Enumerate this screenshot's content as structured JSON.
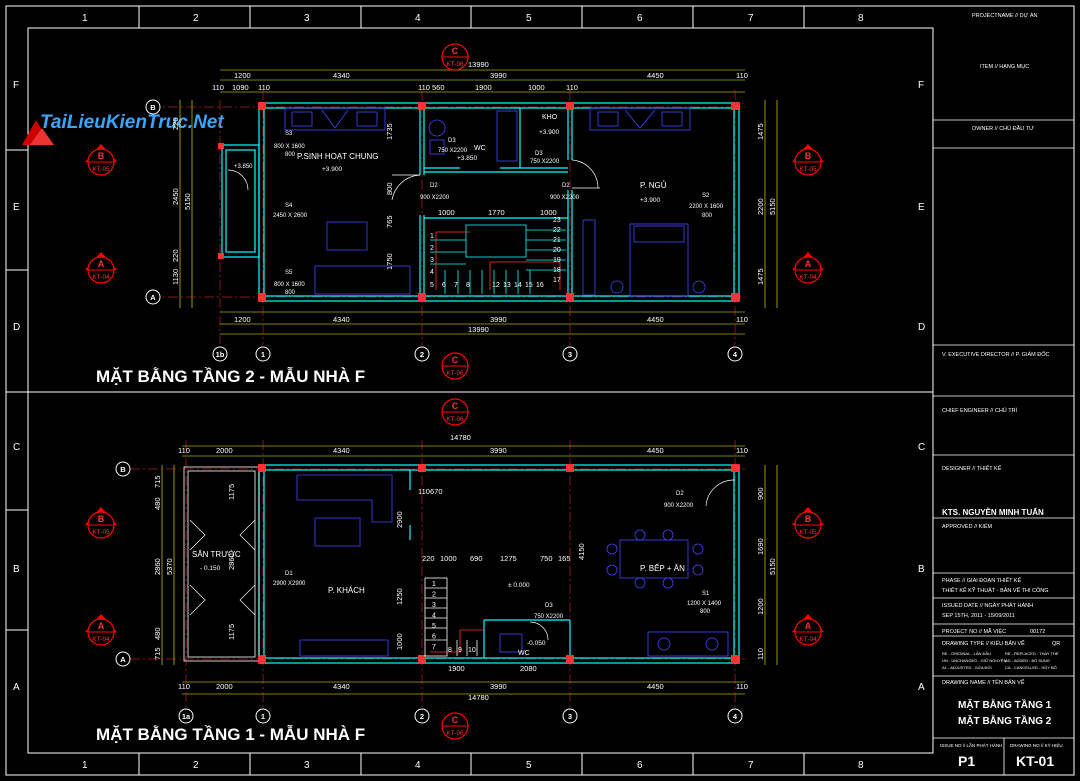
{
  "watermark": "TaiLieuKienTruc.Net",
  "grid_columns": [
    "1",
    "2",
    "3",
    "4",
    "5",
    "6",
    "7",
    "8"
  ],
  "grid_rows": [
    "F",
    "E",
    "D",
    "C",
    "B",
    "A"
  ],
  "plan_upper": {
    "title": "MẶT BẰNG TẦNG 2 - MẪU NHÀ F",
    "section_top": {
      "letter": "C",
      "ref": "KT-06"
    },
    "section_bottom": {
      "letter": "C",
      "ref": "KT-06"
    },
    "section_left_b": {
      "letter": "B",
      "ref": "KT-05"
    },
    "section_left_a": {
      "letter": "A",
      "ref": "KT-04"
    },
    "section_right_b": {
      "letter": "B",
      "ref": "KT-05"
    },
    "section_right_a": {
      "letter": "A",
      "ref": "KT-04"
    },
    "axis_labels": [
      "1b",
      "1",
      "2",
      "3",
      "4"
    ],
    "grid_b": "B",
    "grid_a": "A",
    "dims_top": [
      "1200",
      "4340",
      "3990",
      "4450",
      "110"
    ],
    "dims_top_total": "13990",
    "dims_top_sub": [
      "110",
      "1090",
      "110",
      "110",
      "560",
      "1900",
      "1000",
      "110"
    ],
    "dims_bottom": [
      "1200",
      "4340",
      "3990",
      "4450",
      "110"
    ],
    "dims_bottom_total": "13990",
    "dims_left": [
      "220",
      "2450",
      "220",
      "1130",
      "220"
    ],
    "dims_left_total": "5150",
    "dims_right": [
      "1475",
      "2200",
      "1475"
    ],
    "dims_right_total": "5150",
    "rooms": [
      {
        "name": "P.SINH HOẠT CHUNG",
        "level": "+3.900"
      },
      {
        "name": "WC",
        "level": "+3.850"
      },
      {
        "name": "KHO",
        "level": "+3.900"
      },
      {
        "name": "P. NGỦ",
        "level": "+3.900"
      }
    ],
    "tags": [
      {
        "code": "S3",
        "size": "800 X 1600",
        "sill": "800"
      },
      {
        "code": "S4",
        "size": "2450 X 2600",
        "sill": ""
      },
      {
        "code": "S5",
        "size": "800 X 1600",
        "sill": "800"
      },
      {
        "code": "S2",
        "size": "2200 X 1600",
        "sill": "800"
      },
      {
        "code": "D2",
        "size": "900 X2200",
        "sill": ""
      },
      {
        "code": "D3",
        "size": "750 X2200",
        "sill": ""
      },
      {
        "code": "D3",
        "size": "750 X2200",
        "sill": ""
      },
      {
        "code": "D2",
        "size": "900 X2200",
        "sill": ""
      }
    ],
    "stair_dims": [
      "1000",
      "1770",
      "1000"
    ],
    "stair_steps_top": [
      "23",
      "22",
      "21",
      "20",
      "19",
      "18",
      "17"
    ],
    "stair_steps_left": [
      "1",
      "2",
      "3",
      "4",
      "5",
      "6",
      "7",
      "8"
    ],
    "stair_steps_bottom": [
      "12",
      "13",
      "14",
      "15",
      "16"
    ],
    "misc_levels": [
      "+3.850"
    ],
    "small_dims": [
      "800",
      "1735",
      "765",
      "1750"
    ]
  },
  "plan_lower": {
    "title": "MẶT BẰNG TẦNG 1 - MẪU NHÀ F",
    "section_top": {
      "letter": "C",
      "ref": "KT-06"
    },
    "section_bottom": {
      "letter": "C",
      "ref": "KT-06"
    },
    "section_left_b": {
      "letter": "B",
      "ref": "KT-05"
    },
    "section_left_a": {
      "letter": "A",
      "ref": "KT-04"
    },
    "section_right_b": {
      "letter": "B",
      "ref": "KT-05"
    },
    "section_right_a": {
      "letter": "A",
      "ref": "KT-04"
    },
    "axis_labels": [
      "1a",
      "1",
      "2",
      "3",
      "4"
    ],
    "grid_b": "B",
    "grid_a": "A",
    "dims_top": [
      "110",
      "2000",
      "4340",
      "3990",
      "4450",
      "110"
    ],
    "dims_top_total": "14780",
    "dims_bottom": [
      "110",
      "2000",
      "4340",
      "3990",
      "4450",
      "110"
    ],
    "dims_bottom_total": "14780",
    "dims_left": [
      "715",
      "480",
      "2860",
      "480",
      "715"
    ],
    "dims_left_total": "5370",
    "dims_right": [
      "900",
      "1690",
      "1200",
      "110"
    ],
    "dims_right_total": "5150",
    "rooms": [
      {
        "name": "SÂN TRƯỚC",
        "level": "- 0.150"
      },
      {
        "name": "P. KHÁCH",
        "level": ""
      },
      {
        "name": "P. BẾP + ĂN",
        "level": ""
      },
      {
        "name": "WC",
        "level": "-0.050"
      }
    ],
    "tags": [
      {
        "code": "D1",
        "size": "2900 X2900",
        "sill": ""
      },
      {
        "code": "D2",
        "size": "900 X2200",
        "sill": ""
      },
      {
        "code": "D3",
        "size": "750 X2200",
        "sill": ""
      },
      {
        "code": "S1",
        "size": "1200 X 1400",
        "sill": "800"
      }
    ],
    "inner_dims_top": [
      "220",
      "1000",
      "690",
      "1275",
      "750",
      "165"
    ],
    "inner_dims_bottom": [
      "1900",
      "2080"
    ],
    "floor_level": "± 0.000",
    "small_dims": [
      "1175",
      "2860",
      "1175",
      "2900",
      "1250",
      "1000",
      "4150",
      "110",
      "670"
    ],
    "stair_steps": [
      "1",
      "2",
      "3",
      "4",
      "5",
      "6",
      "7",
      "8",
      "9",
      "10"
    ]
  },
  "title_block": {
    "project_name": "PROJECTNAME // DỰ ÁN",
    "item": "ITEM // HẠNG MỤC",
    "owner": "OWNER // CHỦ ĐẦU TƯ",
    "director": "V. EXECUTIVE DIRECTOR // P. GIÁM ĐỐC",
    "chief_engineer": "CHIEF ENGINEER // CHỦ TRÌ",
    "designer": "DESIGNER // THIẾT KẾ",
    "designer_name": "KTS. NGUYỄN MINH TUẤN",
    "approved": "APPROVED // KIỂM",
    "phase": "PHASE // GIAI ĐOẠN THIẾT KẾ",
    "phase_value": "THIẾT KẾ KỸ THUẬT - BẢN VẼ THI CÔNG",
    "issued_date": "ISSUED DATE // NGÀY PHÁT HÀNH",
    "issued_value": "SEP 15TH, 2011 - 15/09/2011",
    "project_no": "PROJECT NO // MÃ VIỆC",
    "project_no_value": "00172",
    "drawing_type": "DRAWING TYPE // KIỂU BẢN VẼ",
    "drawing_type_value": "QR",
    "legend_lines": [
      "RE - ORIGINAL - LẦN ĐẦU",
      "RE - REPLACED - THAY THẾ",
      "UN - UNCHANGED - GIỮ NGUYÊN",
      "AD - ADDED - BỔ SUNG",
      "A1 - ADJUSTED - SỬA ĐỔI",
      "CA - CANCELLED - HỦY BỎ"
    ],
    "drawing_name": "DRAWING NAME // TÊN BẢN VẼ",
    "drawing_title_1": "MẶT BẰNG TẦNG 1",
    "drawing_title_2": "MẶT BẰNG TẦNG 2",
    "issue_no_label": "ISSUE NO // LẦN PHÁT HÀNH",
    "issue_no": "P1",
    "drawing_no_label": "DRAWING NO // KÝ HIỆU",
    "drawing_no": "KT-01"
  },
  "colors": {
    "background": "#000000",
    "frame": "#ffffff",
    "wall": "#00ffff",
    "dim": "#ffff00",
    "section": "#ff0000",
    "furniture": "#3333ff",
    "column": "#ff3333",
    "text": "#ffffff"
  }
}
